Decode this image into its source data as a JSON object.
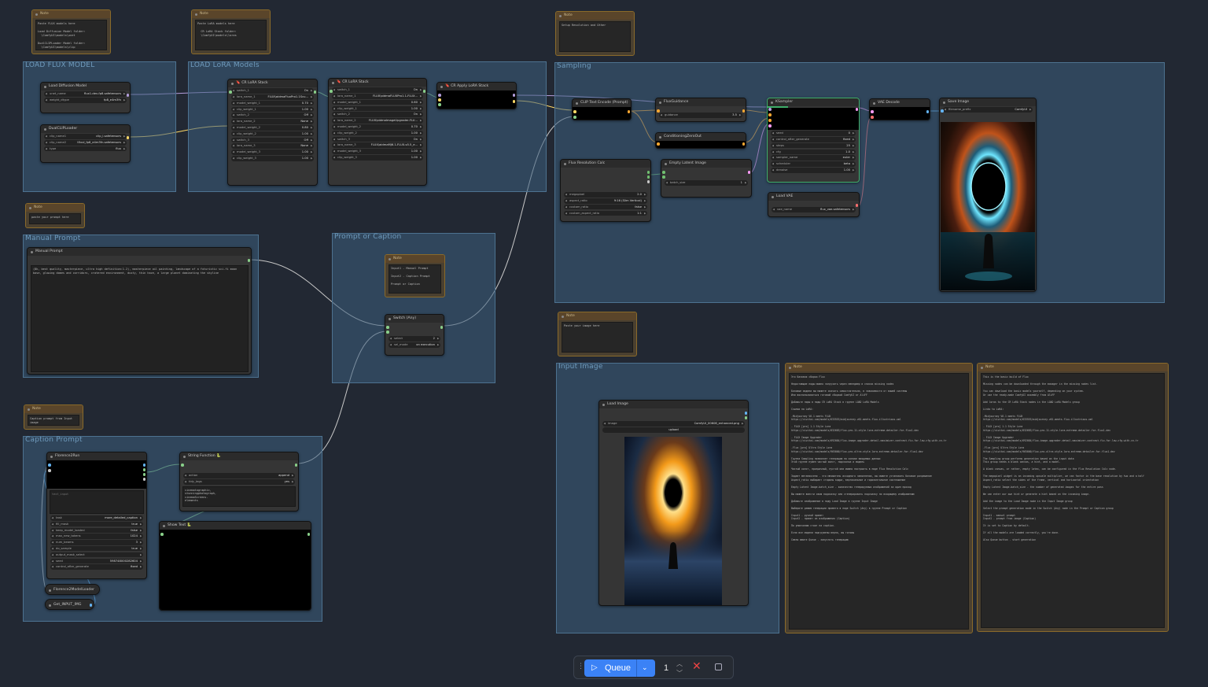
{
  "notes": {
    "n1": {
      "title": "Note",
      "text": "Paste FLUX models here\n\nLoad Diffusion Model folder:\n  \\ComfyUI\\models\\unet\n\nDualCLIPLoader Model folder:\n  \\ComfyUI\\models\\clip"
    },
    "n2": {
      "title": "Note",
      "text": "Paste LoRA models here\n\n  CR LoRA Stack folder:\n  \\ComfyUI\\models\\loras"
    },
    "n3": {
      "title": "Note",
      "text": "Setup Resolution and Other"
    },
    "n4": {
      "title": "Note",
      "text": "paste your prompt here"
    },
    "n5": {
      "title": "Note",
      "text": "Input1 - Manual Prompt\n\nInput2 - Caption Prompt\n\nPrompt or Caption"
    },
    "n6": {
      "title": "Note",
      "text": "Caption prompt from Input image"
    },
    "n7": {
      "title": "Note",
      "text": "Paste your image here"
    },
    "n8": {
      "title": "Note",
      "text": "Это базовая сборка Flux\n\nНедостающие ноды можно загрузить через менеджер в список missing nodes\n\nБазовые модели вы можете скачать самостоятельно, в зависимости от вашей системы\nИли воспользоваться готовой сборкой ComfyUI от AliFF\n\nДобавьте лоры в ноды CR LoRA Stack в группе LOAD LoRA Models\n\nСсылки на LoRA:\n\n-Midjourney V6.1 meets FLUX\nhttps://civitai.com/models/633553/midjourney-v61-meets-flux-illustrious-xml\n\n- FLUX [pro] 1.1 Style Lora\nhttps://civitai.com/models/832683/flux-pro-11-style-lora-extreme-detailer-for-flux1-dev\n\n- FLUX Image Upgrader\nhttps://civitai.com/models/692084/flux-image-upgrader-detail-maximizer-contrast-fix-for-low-cfg-with-cn-tr\n\n-Flux [pro] Ultra Style Lora\nhttps://civitai.com/models/965000/flux-pro-ultra-style-lora-extreme-detailer-for-flux1-dev\n\nГруппа Sampling позволяет генерацию на основе вводимых данных\nЭтой группе нужен чистый холст, подсказка и модель\n\nЧистый холст, прозрачный, пустой или можно настроить в ноде Flux Resolution Calc\n\nЗадает мегапиксели - это множитель исходного заполнения, вы можете установить базовое разрешение\nAspect_ratio выбирает стороны кадра, вертикальное и горизонтальное соотношение\n\nEmpty Latent Image-batch_size - количество генерируемых изображений за один проход\n\nВы можете ввести свою подсказку или сгенерировать подсказку по входящему изображению\n\nДобавьте изображение в ноду Load Image в группе Input Image\n\nВыберите режим генерации промпта в ноде Switch (Any) в группе Prompt or Caption\n\nInput1 - ручной промпт\nInput2 - промпт из изображения (Caption)\n\nПо умолчанию стоит на caption.\n\nЕсли все модели подгружены верно, вы готовы\n\nСмело жмите Queue - запустить генерацию"
    },
    "n9": {
      "title": "Note",
      "text": "This is the basic build of Flux\n\nMissing nodes can be downloaded through the manager in the missing nodes list.\n\nYou can download the basic models yourself, depending on your system.\nOr use the ready-made ComfyUI assembly from AliFF\n\nAdd loras to the CR LoRA Stack nodes in the LOAD LoRA Models group\n\nLinks to LoRA:\n\n-Midjourney V6.1 meets FLUX\nhttps://civitai.com/models/633553/midjourney-v61-meets-flux-illustrious-xml\n\n- FLUX [pro] 1.1 Style Lora\nhttps://civitai.com/models/832683/flux-pro-11-style-lora-extreme-detailer-for-flux1-dev\n\n- FLUX Image Upgrader\nhttps://civitai.com/models/692084/flux-image-upgrader-detail-maximizer-contrast-fix-for-low-cfg-with-cn-tr\n\n-Flux [pro] Ultra Style Lora\nhttps://civitai.com/models/965000/flux-pro-ultra-style-lora-extreme-detailer-for-flux1-dev\n\nThe Sampling group performs generation based on the input data\nThis group needs a blank canvas, a hint, and a model.\n\nA blank canvas, or rather, empty latex, can be configured in the Flux Resolution Calc node.\n\nThe megapixel widget is an incoming upscale multiplier, we can factor in the base resolution by two and a half\nAspect_ratio select the sides of the frame, vertical and horizontal orientation\n\nEmpty Latent Image-batch_size - the number of generated images for the entire pass\n\nWe can enter our own hint or generate a hint based on the incoming image.\n\nAdd the image to the Load Image node in the Input Image group\n\nSelect the prompt generation mode in the Switch (Any) node in the Prompt or Caption group\n\nInput1 - manual prompt\nInput2 - prompt from image (Caption)\n\nIt is set to Caption by default.\n\nIf all the models are loaded correctly, you're done.\n\nAlso Queue button - start generation"
    }
  },
  "groups": {
    "flux": "LOAD FLUX MODEL",
    "lora": "LOAD LoRA Models",
    "sampling": "Sampling",
    "manual": "Manual Prompt",
    "prompt_or_caption": "Prompt or Caption",
    "caption": "Caption Prompt",
    "input_image": "Input Image"
  },
  "nodes": {
    "load_diffusion": {
      "title": "Load Diffusion Model",
      "widgets": [
        {
          "l": "unet_name",
          "v": "flux1-dev-fp8.safetensors"
        },
        {
          "l": "weight_dtype",
          "v": "fp8_e4m3fn"
        }
      ]
    },
    "dual_clip": {
      "title": "DualCLIPLoader",
      "widgets": [
        {
          "l": "clip_name1",
          "v": "clip_l.safetensors"
        },
        {
          "l": "clip_name2",
          "v": "t5xxl_fp8_e4m3fn.safetensors"
        },
        {
          "l": "type",
          "v": "flux"
        }
      ]
    },
    "lora1": {
      "title": "CR LoRA Stack",
      "widgets": [
        {
          "l": "switch_1",
          "v": "On"
        },
        {
          "l": "lora_name_1",
          "v": "FLUX\\aidmaFluxPro1.1Scu..."
        },
        {
          "l": "model_weight_1",
          "v": "0.70"
        },
        {
          "l": "clip_weight_1",
          "v": "1.00"
        },
        {
          "l": "switch_2",
          "v": "Off"
        },
        {
          "l": "lora_name_2",
          "v": "None"
        },
        {
          "l": "model_weight_2",
          "v": "0.80"
        },
        {
          "l": "clip_weight_2",
          "v": "1.00"
        },
        {
          "l": "switch_3",
          "v": "Off"
        },
        {
          "l": "lora_name_3",
          "v": "None"
        },
        {
          "l": "model_weight_3",
          "v": "1.00"
        },
        {
          "l": "clip_weight_3",
          "v": "1.00"
        }
      ]
    },
    "lora2": {
      "title": "CR LoRA Stack",
      "widgets": [
        {
          "l": "switch_1",
          "v": "On"
        },
        {
          "l": "lora_name_1",
          "v": "FLUX\\aidmaFLUXPro1.1-FLUX..."
        },
        {
          "l": "model_weight_1",
          "v": "0.60"
        },
        {
          "l": "clip_weight_1",
          "v": "1.00"
        },
        {
          "l": "switch_2",
          "v": "On"
        },
        {
          "l": "lora_name_2",
          "v": "FLUX\\aidmaImageUpgrader-FLU..."
        },
        {
          "l": "model_weight_2",
          "v": "0.70"
        },
        {
          "l": "clip_weight_2",
          "v": "1.00"
        },
        {
          "l": "switch_3",
          "v": "On"
        },
        {
          "l": "lora_name_3",
          "v": "FLUX\\aidmaMJ6.1-FLUX-v0.5_e..."
        },
        {
          "l": "model_weight_3",
          "v": "1.00"
        },
        {
          "l": "clip_weight_3",
          "v": "1.00"
        }
      ]
    },
    "cr_apply": {
      "title": "CR Apply LoRA Stack"
    },
    "clip_text": {
      "title": "CLIP Text Encode (Prompt)"
    },
    "flux_guidance": {
      "title": "FluxGuidance",
      "widgets": [
        {
          "l": "guidance",
          "v": "3.5"
        }
      ]
    },
    "cond_zero": {
      "title": "ConditioningZeroOut"
    },
    "ksampler": {
      "title": "KSampler",
      "widgets": [
        {
          "l": "seed",
          "v": "0"
        },
        {
          "l": "control_after_generate",
          "v": "fixed"
        },
        {
          "l": "steps",
          "v": "25"
        },
        {
          "l": "cfg",
          "v": "1.0"
        },
        {
          "l": "sampler_name",
          "v": "euler"
        },
        {
          "l": "scheduler",
          "v": "beta"
        },
        {
          "l": "denoise",
          "v": "1.00"
        }
      ]
    },
    "vae_decode": {
      "title": "VAE Decode"
    },
    "save_image": {
      "title": "Save Image",
      "widgets": [
        {
          "l": "filename_prefix",
          "v": "ComfyUI"
        }
      ]
    },
    "flux_res": {
      "title": "Flux Resolution Calc",
      "widgets": [
        {
          "l": "megapixel",
          "v": "2.0"
        },
        {
          "l": "aspect_ratio",
          "v": "9:16 (Slim Vertical)"
        },
        {
          "l": "custom_ratio",
          "v": "false"
        },
        {
          "l": "custom_aspect_ratio",
          "v": "1:1"
        }
      ]
    },
    "empty_latent": {
      "title": "Empty Latent Image",
      "widgets": [
        {
          "l": "batch_size",
          "v": "1"
        }
      ]
    },
    "load_vae": {
      "title": "Load VAE",
      "widgets": [
        {
          "l": "vae_name",
          "v": "flux_vae.safetensors"
        }
      ]
    },
    "manual_prompt": {
      "title": "Manual Prompt",
      "text": "(8k, best quality, masterpiece, ultra high definition:1.2), masterpiece oil painting, landscape of a futuristic sci-fi moon base, glowing domes and corridors, cratered environment, dusty, thin haze, a large planet dominating the skyline"
    },
    "switch_any": {
      "title": "Switch (Any)",
      "widgets": [
        {
          "l": "select",
          "v": "2"
        },
        {
          "l": "sel_mode",
          "v": "on execution"
        }
      ]
    },
    "florence_run": {
      "title": "Florence2Run",
      "text_placeholder": "text_input",
      "widgets": [
        {
          "l": "task",
          "v": "more_detailed_caption"
        },
        {
          "l": "fill_mask",
          "v": "true"
        },
        {
          "l": "keep_model_loaded",
          "v": "false"
        },
        {
          "l": "max_new_tokens",
          "v": "1024"
        },
        {
          "l": "num_beams",
          "v": "3"
        },
        {
          "l": "do_sample",
          "v": "true"
        },
        {
          "l": "output_mask_select",
          "v": ""
        },
        {
          "l": "seed",
          "v": "598748000282604"
        },
        {
          "l": "control_after_generate",
          "v": "fixed"
        }
      ]
    },
    "florence_loader": {
      "title": "Florence2ModelLoader"
    },
    "get_input": {
      "title": "Get_INPUT_IMG"
    },
    "string_fn": {
      "title": "String Function 🐍",
      "widgets": [
        {
          "l": "action",
          "v": "append"
        },
        {
          "l": "tidy_tags",
          "v": "yes"
        }
      ],
      "text": "cinematographic,\nstunningphotograph,\ncinemaScreens.\nelements"
    },
    "show_text": {
      "title": "Show Text 🐍"
    },
    "load_image": {
      "title": "Load Image",
      "widgets": [
        {
          "l": "image",
          "v": "ComfyUI_00608_enhanced.png"
        }
      ],
      "upload": "upload"
    }
  },
  "queue": {
    "label": "Queue",
    "count": "1"
  },
  "colors": {
    "model": "#b39ddb",
    "clip": "#ffd966",
    "cond": "#ffa931",
    "latent": "#ff9cf9",
    "vae": "#ff6e6e",
    "image": "#64b5f6",
    "string": "#89d08a",
    "int": "#70c070"
  }
}
